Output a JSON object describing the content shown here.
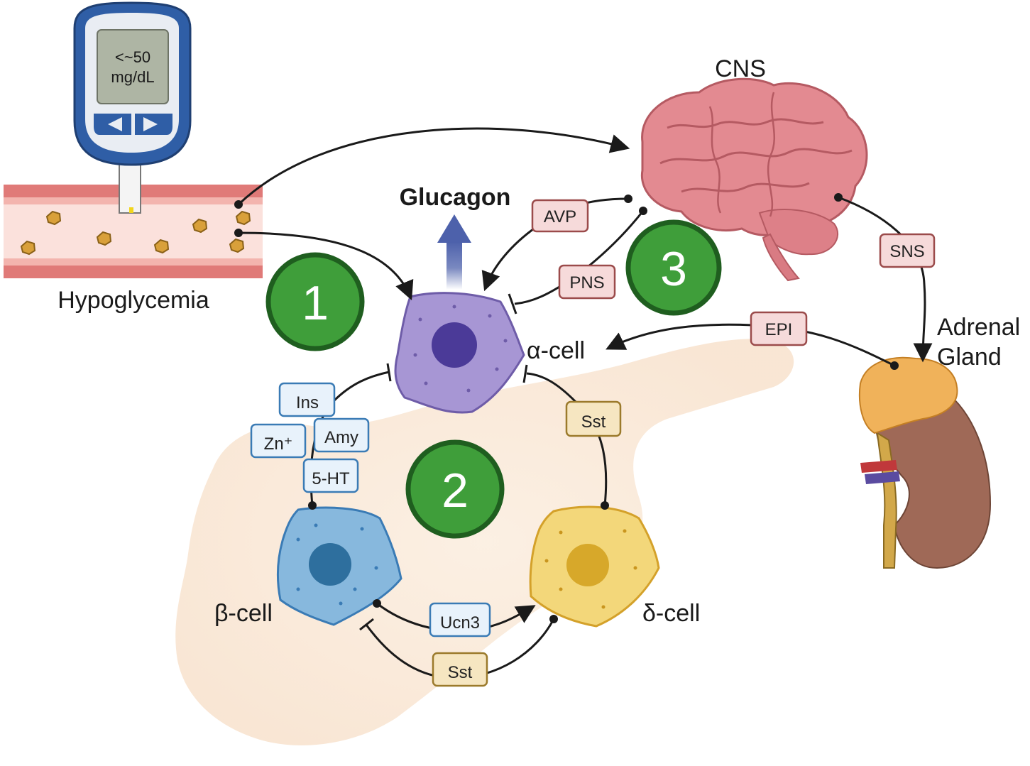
{
  "glucometer": {
    "reading_line1": "<~50",
    "reading_line2": "mg/dL"
  },
  "labels": {
    "hypoglycemia": "Hypoglycemia",
    "glucagon": "Glucagon",
    "cns": "CNS",
    "adrenal_line1": "Adrenal",
    "adrenal_line2": "Gland",
    "alpha_cell": "α-cell",
    "beta_cell": "β-cell",
    "delta_cell": "δ-cell"
  },
  "mechanisms": [
    "1",
    "2",
    "3"
  ],
  "signals": {
    "avp": "AVP",
    "pns": "PNS",
    "sns": "SNS",
    "epi": "EPI",
    "ins": "Ins",
    "zn": "Zn⁺",
    "amy": "Amy",
    "ht5": "5-HT",
    "sst_alpha": "Sst",
    "ucn3": "Ucn3",
    "sst_beta": "Sst"
  },
  "colors": {
    "mechanism_green": "#3f9e3a",
    "mechanism_border": "#1f5e1f",
    "alpha": "#a796d4",
    "alpha_nucleus": "#4b3a98",
    "beta": "#87b8dd",
    "beta_nucleus": "#2e6f9e",
    "delta": "#f3d77a",
    "delta_nucleus": "#d7a82a",
    "neural_tag_fill": "#f6dada",
    "neural_tag_border": "#9b4b4b",
    "paracrine_beta_fill": "#e8f2fb",
    "paracrine_beta_border": "#3a7bb5",
    "paracrine_delta_fill": "#f6e6c1",
    "paracrine_delta_border": "#9b7a2b",
    "glucagon_arrow": "#4d61ab"
  }
}
